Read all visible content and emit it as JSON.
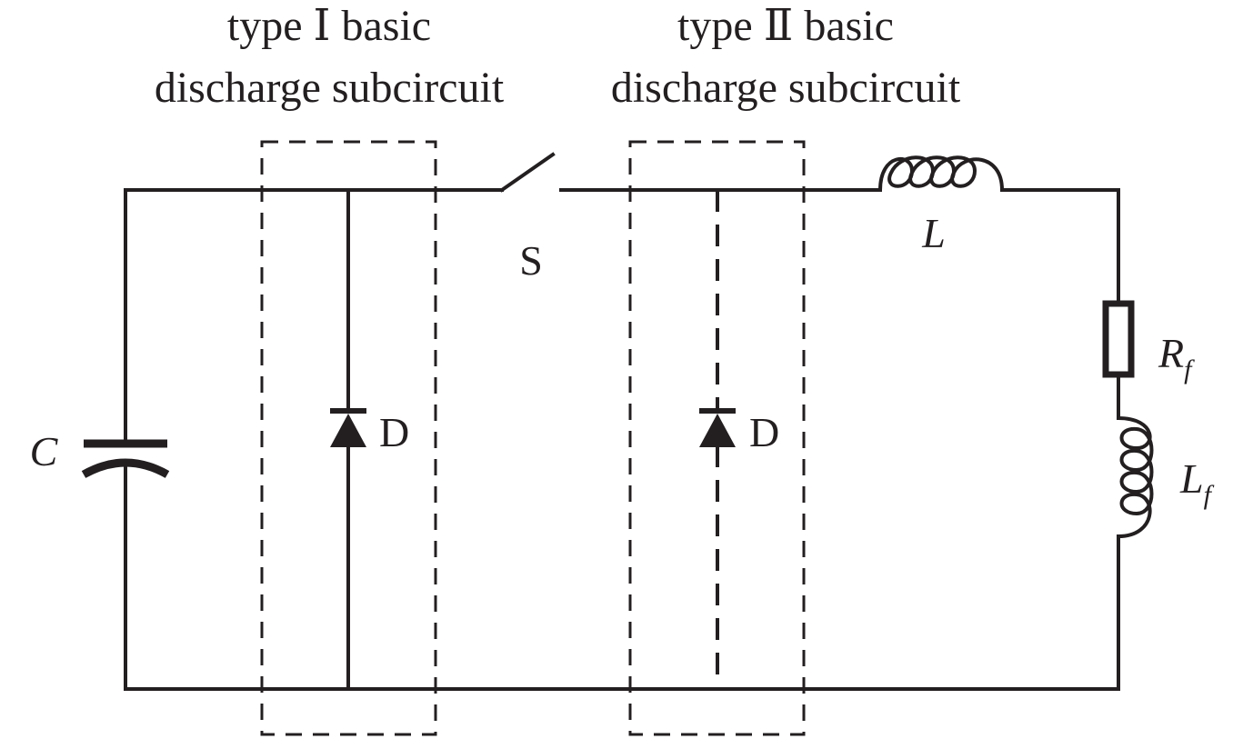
{
  "labels": {
    "type1_line1": "type Ⅰ basic",
    "type1_line2": "discharge subcircuit",
    "type2_line1": "type Ⅱ basic",
    "type2_line2": "discharge subcircuit",
    "capacitor": "C",
    "diode1": "D",
    "diode2": "D",
    "switch": "S",
    "inductor": "L",
    "rf_main": "R",
    "rf_sub": "f",
    "lf_main": "L",
    "lf_sub": "f"
  }
}
